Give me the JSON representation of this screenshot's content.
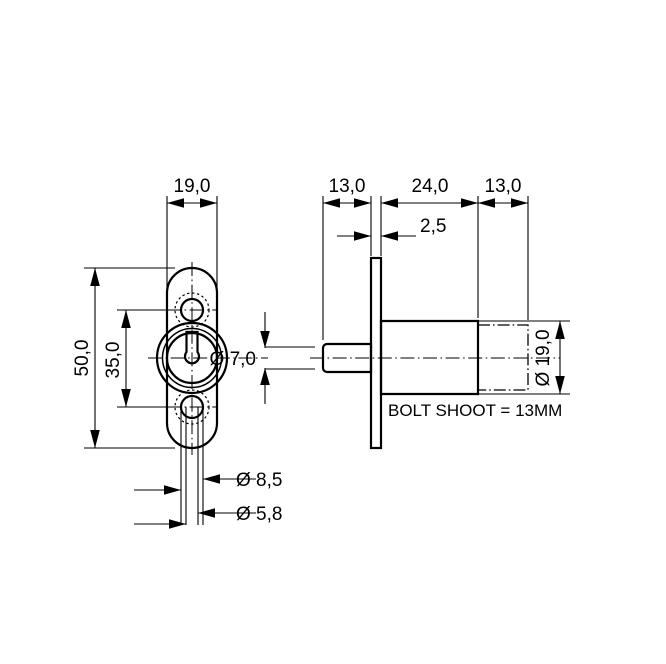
{
  "drawing": {
    "title": "Glass door plunger lock technical drawing",
    "background_color": "#ffffff",
    "line_color": "#000000",
    "units": "mm",
    "note": "BOLT SHOOT = 13MM",
    "views": {
      "front": {
        "name": "front-view",
        "description": "Oval faceplate with key cylinder and two screw holes"
      },
      "side": {
        "name": "side-view",
        "description": "Side section showing faceplate, barrel body and extended bolt"
      }
    },
    "dimensions": {
      "front_width": "19,0",
      "front_height_overall": "50,0",
      "front_hole_spacing": "35,0",
      "key_barrel_dia": "Ø 7,0",
      "screw_hole_head_dia": "Ø 8,5",
      "screw_hole_shank_dia": "Ø 5,8",
      "side_plunger_length": "13,0",
      "side_body_length": "24,0",
      "side_bolt_shoot": "13,0",
      "faceplate_thickness": "2,5",
      "body_dia": "Ø 19,0"
    },
    "labels": [
      {
        "id": "w19",
        "text": "19,0",
        "rotated": false
      },
      {
        "id": "h50",
        "text": "50,0",
        "rotated": true
      },
      {
        "id": "h35",
        "text": "35,0",
        "rotated": true
      },
      {
        "id": "d7",
        "text": "Ø 7,0",
        "rotated": false
      },
      {
        "id": "d85",
        "text": "Ø 8,5",
        "rotated": false
      },
      {
        "id": "d58",
        "text": "Ø 5,8",
        "rotated": false
      },
      {
        "id": "l13a",
        "text": "13,0",
        "rotated": false
      },
      {
        "id": "l24",
        "text": "24,0",
        "rotated": false
      },
      {
        "id": "l13b",
        "text": "13,0",
        "rotated": false
      },
      {
        "id": "t25",
        "text": "2,5",
        "rotated": false
      },
      {
        "id": "d19",
        "text": "Ø 19,0",
        "rotated": true
      },
      {
        "id": "boltshoot",
        "text": "BOLT SHOOT = 13MM",
        "rotated": false
      }
    ]
  }
}
